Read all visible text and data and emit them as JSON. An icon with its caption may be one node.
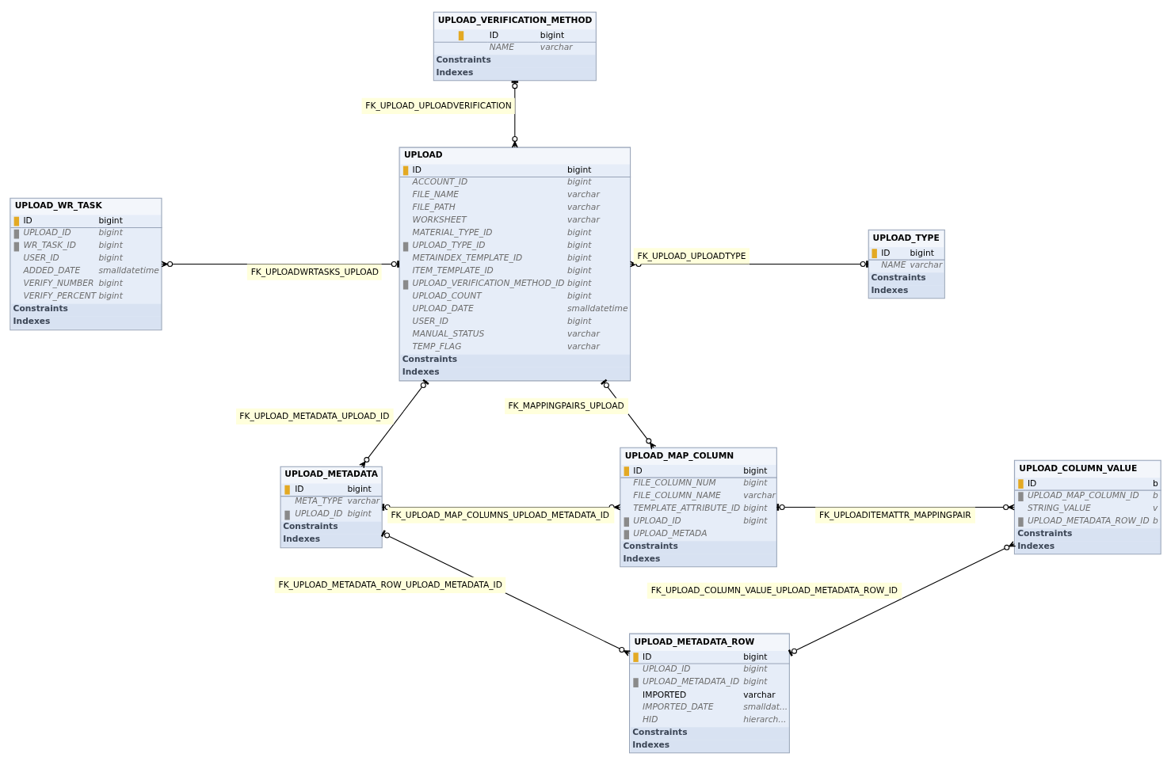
{
  "diagram": {
    "nodes": [
      {
        "text": [
          "UPLOAD_VERIFICATION_METHOD",
          "ID",
          "bigint",
          "NAME",
          "varchar",
          "Constraints",
          "Indexes"
        ]
      },
      {
        "text": [
          "UPLOAD_WR_TASK",
          "ID",
          "bigint",
          "UPLOAD_ID",
          "bigint",
          "WR_TASK_ID",
          "bigint",
          "USER_ID",
          "bigint",
          "ADDED_DATE",
          "smalldatetime",
          "VERIFY_NUMBER",
          "bigint",
          "VERIFY_PERCENT",
          "bigint",
          "Constraints",
          "Indexes"
        ]
      },
      {
        "text": [
          "UPLOAD",
          "ID",
          "bigint",
          "ACCOUNT_ID",
          "bigint",
          "FILE_NAME",
          "varchar",
          "FILE_PATH",
          "varchar",
          "WORKSHEET",
          "varchar",
          "MATERIAL_TYPE_ID",
          "bigint",
          "UPLOAD_TYPE_ID",
          "bigint",
          "METAINDEX_TEMPLATE_ID",
          "bigint",
          "ITEM_TEMPLATE_ID",
          "bigint",
          "UPLOAD_VERIFICATION_METHOD_ID",
          "bigint",
          "UPLOAD_COUNT",
          "bigint",
          "UPLOAD_DATE",
          "smalldatetime",
          "USER_ID",
          "bigint",
          "MANUAL_STATUS",
          "varchar",
          "TEMP_FLAG",
          "varchar",
          "Constraints",
          "Indexes"
        ]
      },
      {
        "text": [
          "UPLOAD_TYPE",
          "ID",
          "bigint",
          "NAME",
          "varchar",
          "Constraints",
          "Indexes"
        ]
      },
      {
        "text": [
          "UPLOAD_METADATA",
          "ID",
          "bigint",
          "META_TYPE",
          "varchar",
          "UPLOAD_ID",
          "bigint",
          "Constraints",
          "Indexes"
        ]
      },
      {
        "text": [
          "UPLOAD_MAP_COLUMN",
          "ID",
          "bigint",
          "FILE_COLUMN_NUM",
          "bigint",
          "FILE_COLUMN_NAME",
          "varchar",
          "TEMPLATE_ATTRIBUTE_ID",
          "bigint",
          "UPLOAD_ID",
          "bigint",
          "UPLOAD_METADA",
          "Constraints",
          "Indexes"
        ]
      },
      {
        "text": [
          "UPLOAD_COLUMN_VALUE",
          "ID",
          "b",
          "UPLOAD_MAP_COLUMN_ID",
          "b",
          "STRING_VALUE",
          "v",
          "UPLOAD_METADATA_ROW_ID",
          "b",
          "Constraints",
          "Indexes"
        ]
      },
      {
        "text": [
          "UPLOAD_METADATA_ROW",
          "ID",
          "bigint",
          "UPLOAD_ID",
          "bigint",
          "UPLOAD_METADATA_ID",
          "bigint",
          "IMPORTED",
          "varchar",
          "IMPORTED_DATE",
          "smalldat...",
          "HID",
          "hierarch...",
          "Constraints",
          "Indexes"
        ]
      }
    ],
    "edges": [
      {
        "from": 0,
        "to": 2,
        "arrow": "other",
        "label": "FK_UPLOAD_UPLOADVERIFICATION"
      },
      {
        "from": 2,
        "to": 3,
        "arrow": "other",
        "label": "FK_UPLOAD_UPLOADTYPE"
      },
      {
        "from": 1,
        "to": 2,
        "arrow": "other",
        "label": "FK_UPLOADWRTASKS_UPLOAD"
      },
      {
        "from": 2,
        "to": 4,
        "arrow": "other",
        "label": "FK_UPLOAD_METADATA_UPLOAD_ID"
      },
      {
        "from": 2,
        "to": 5,
        "arrow": "other",
        "label": "FK_MAPPINGPAIRS_UPLOAD"
      },
      {
        "from": 4,
        "to": 5,
        "arrow": "other",
        "label": "FK_UPLOAD_MAP_COLUMNS_UPLOAD_METADATA_ID"
      },
      {
        "from": 5,
        "to": 6,
        "arrow": "other",
        "label": "FK_UPLOADITEMATTR_MAPPINGPAIR"
      },
      {
        "from": 6,
        "to": 7,
        "arrow": "other",
        "label": "FK_UPLOAD_COLUMN_VALUE_UPLOAD_METADATA_ROW_ID"
      },
      {
        "from": 4,
        "to": 7,
        "arrow": "other",
        "label": "FK_UPLOAD_METADATA_ROW_UPLOAD_METADATA_ID"
      }
    ]
  }
}
